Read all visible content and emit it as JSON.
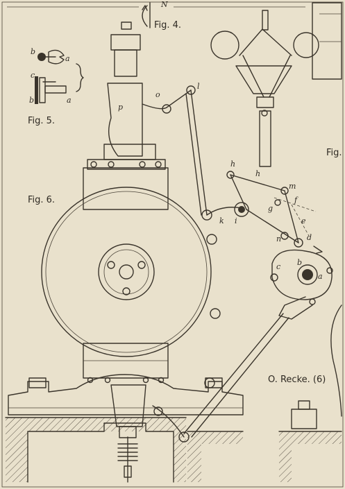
{
  "figures": {
    "fig4": "Fig. 4.",
    "fig5": "Fig. 5.",
    "fig6": "Fig. 6.",
    "fig_cut": "Fig."
  },
  "signature": "O. Recke. (6)",
  "letters": {
    "N": "N",
    "b": "b",
    "a": "a",
    "c": "c",
    "p": "p",
    "o": "o",
    "l": "l",
    "h": "h",
    "h1": "h",
    "m": "m",
    "g": "g",
    "f": "f",
    "e": "e",
    "n": "n",
    "d": "d",
    "i": "i",
    "k": "k"
  },
  "colors": {
    "paper": "#e9e1cc",
    "ink": "#3a342b"
  }
}
